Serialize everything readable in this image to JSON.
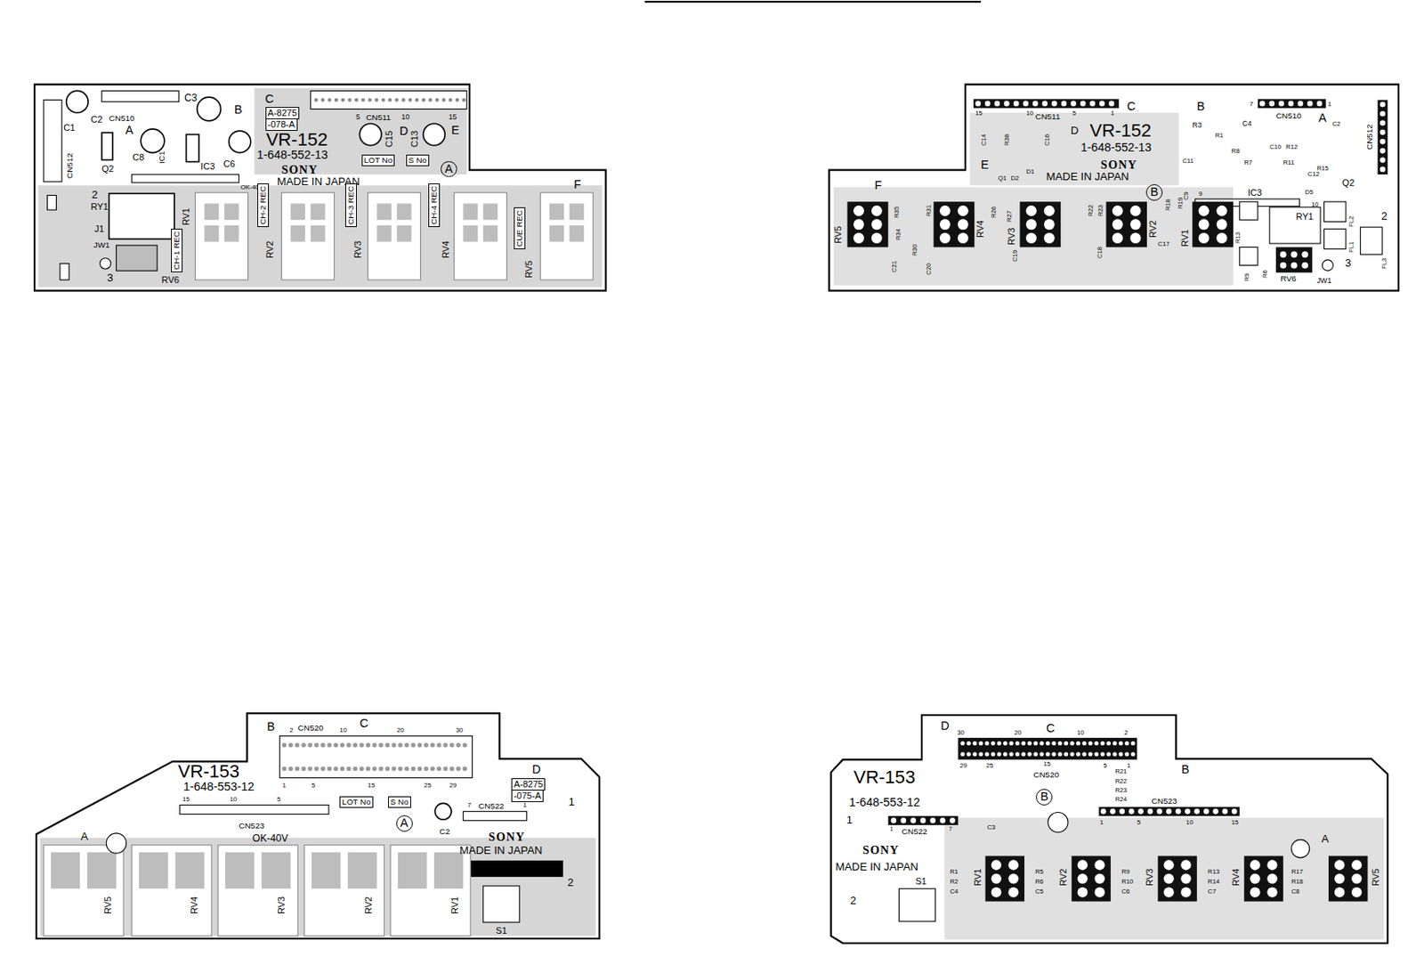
{
  "diagram": {
    "nodes": [
      {
        "text": [
          "VR-152",
          "1-648-552-13"
        ]
      },
      {
        "text": [
          "VR-152",
          "1-648-552-13"
        ]
      },
      {
        "text": [
          "VR-153",
          "1-648-553-12"
        ]
      },
      {
        "text": [
          "VR-153",
          "1-648-553-12"
        ]
      }
    ],
    "labels": [
      "C3",
      "CN510",
      "B",
      "C",
      "A-8275",
      "-078-A",
      "C2",
      "C1",
      "A",
      "CN511",
      "5",
      "10",
      "15",
      "D",
      "C15",
      "C13",
      "E",
      "C8",
      "IC1",
      "C6",
      "LOT No",
      "S No",
      "A",
      "SONY",
      "MADE IN JAPAN",
      "CN512",
      "Q2",
      "IC3",
      "F",
      "OK-40V",
      "2",
      "RY1",
      "RV1",
      "CH-2 REC",
      "CH-3 REC",
      "CH-4 REC",
      "CUE REC",
      "RV2",
      "RV3",
      "RV4",
      "RV5",
      "J1",
      "JW1",
      "CH-1 REC",
      "3",
      "RV6",
      "C",
      "B",
      "A",
      "15",
      "10",
      "5",
      "1",
      "CN511",
      "7",
      "1",
      "CN510",
      "CN512",
      "D",
      "R3",
      "C4",
      "C14",
      "R38",
      "C16",
      "R1",
      "C10",
      "R12",
      "R8",
      "C11",
      "R7",
      "R11",
      "R15",
      "C2",
      "SONY",
      "E",
      "MADE IN JAPAN",
      "B",
      "Q1",
      "D2",
      "D1",
      "IC3",
      "C9",
      "C12",
      "Q2",
      "9",
      "10",
      "F",
      "RV5",
      "R35",
      "R34",
      "R30",
      "C21",
      "R31",
      "C20",
      "RV4",
      "R26",
      "R27",
      "C19",
      "RV3",
      "R22",
      "R23",
      "C18",
      "RV2",
      "R18",
      "R19",
      "C17",
      "RV1",
      "R13",
      "RY1",
      "D5",
      "FL2",
      "FL1",
      "FL3",
      "2",
      "3",
      "R9",
      "R6",
      "RV6",
      "JW1",
      "B",
      "2",
      "CN520",
      "C",
      "10",
      "20",
      "30",
      "D",
      "1",
      "5",
      "15",
      "25",
      "29",
      "A-8275",
      "-075-A",
      "1",
      "15",
      "10",
      "5",
      "LOT No",
      "S No",
      "A",
      "C2",
      "7",
      "CN522",
      "1",
      "SONY",
      "MADE IN JAPAN",
      "CN523",
      "OK-40V",
      "2",
      "A",
      "RV5",
      "RV4",
      "RV3",
      "RV2",
      "RV1",
      "S1",
      "D",
      "30",
      "20",
      "C",
      "10",
      "2",
      "29",
      "25",
      "15",
      "5",
      "1",
      "CN520",
      "B",
      "R21",
      "R22",
      "R23",
      "R24",
      "B",
      "CN523",
      "1",
      "1",
      "CN522",
      "7",
      "C3",
      "1",
      "5",
      "10",
      "15",
      "A",
      "SONY",
      "MADE IN JAPAN",
      "RV1",
      "RV2",
      "RV3",
      "RV4",
      "RV5",
      "R1",
      "R2",
      "C4",
      "R5",
      "R6",
      "C5",
      "R9",
      "R10",
      "C6",
      "R13",
      "R14",
      "C7",
      "R17",
      "R18",
      "C8",
      "2",
      "S1"
    ]
  }
}
